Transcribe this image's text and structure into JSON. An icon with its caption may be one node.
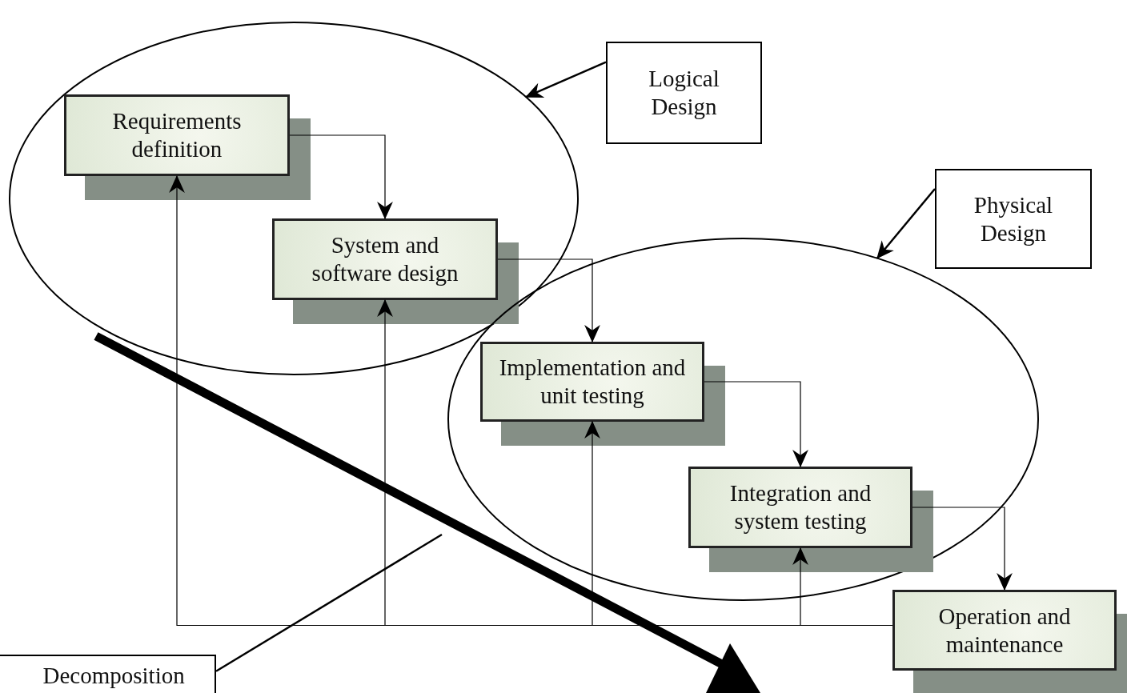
{
  "diagram": {
    "nodes": [
      {
        "text": [],
        "shape": "ellipse"
      },
      {
        "text": [
          "Requirements definition"
        ],
        "in": 0
      },
      {
        "text": [
          "System and software design"
        ],
        "in": 0
      },
      {
        "text": [
          "Logical Design"
        ]
      },
      {
        "text": [
          "Physical Design"
        ]
      },
      {
        "text": [],
        "shape": "ellipse"
      },
      {
        "text": [
          "Implementation and unit testing"
        ],
        "in": 5
      },
      {
        "text": [
          "Integration and system testing"
        ],
        "in": 5
      },
      {
        "text": [
          "Operation and maintenance"
        ]
      },
      {
        "text": [
          "Decomposition"
        ]
      }
    ],
    "edges": [
      {
        "from": 3,
        "to": 0,
        "arrow": "to"
      },
      {
        "from": 4,
        "to": 5,
        "arrow": "to"
      },
      {
        "from": 1,
        "to": 2,
        "arrow": "to"
      },
      {
        "from": 2,
        "to": 6,
        "arrow": "to"
      },
      {
        "from": 6,
        "to": 7,
        "arrow": "to"
      },
      {
        "from": 7,
        "to": 8,
        "arrow": "to"
      },
      {
        "from": 8,
        "to": 7,
        "arrow": "to"
      },
      {
        "from": 8,
        "to": 6,
        "arrow": "to"
      },
      {
        "from": 8,
        "to": 2,
        "arrow": "to"
      },
      {
        "from": 8,
        "to": 1,
        "arrow": "to"
      },
      {
        "from": 9,
        "to": null,
        "arrow": "none"
      }
    ]
  }
}
